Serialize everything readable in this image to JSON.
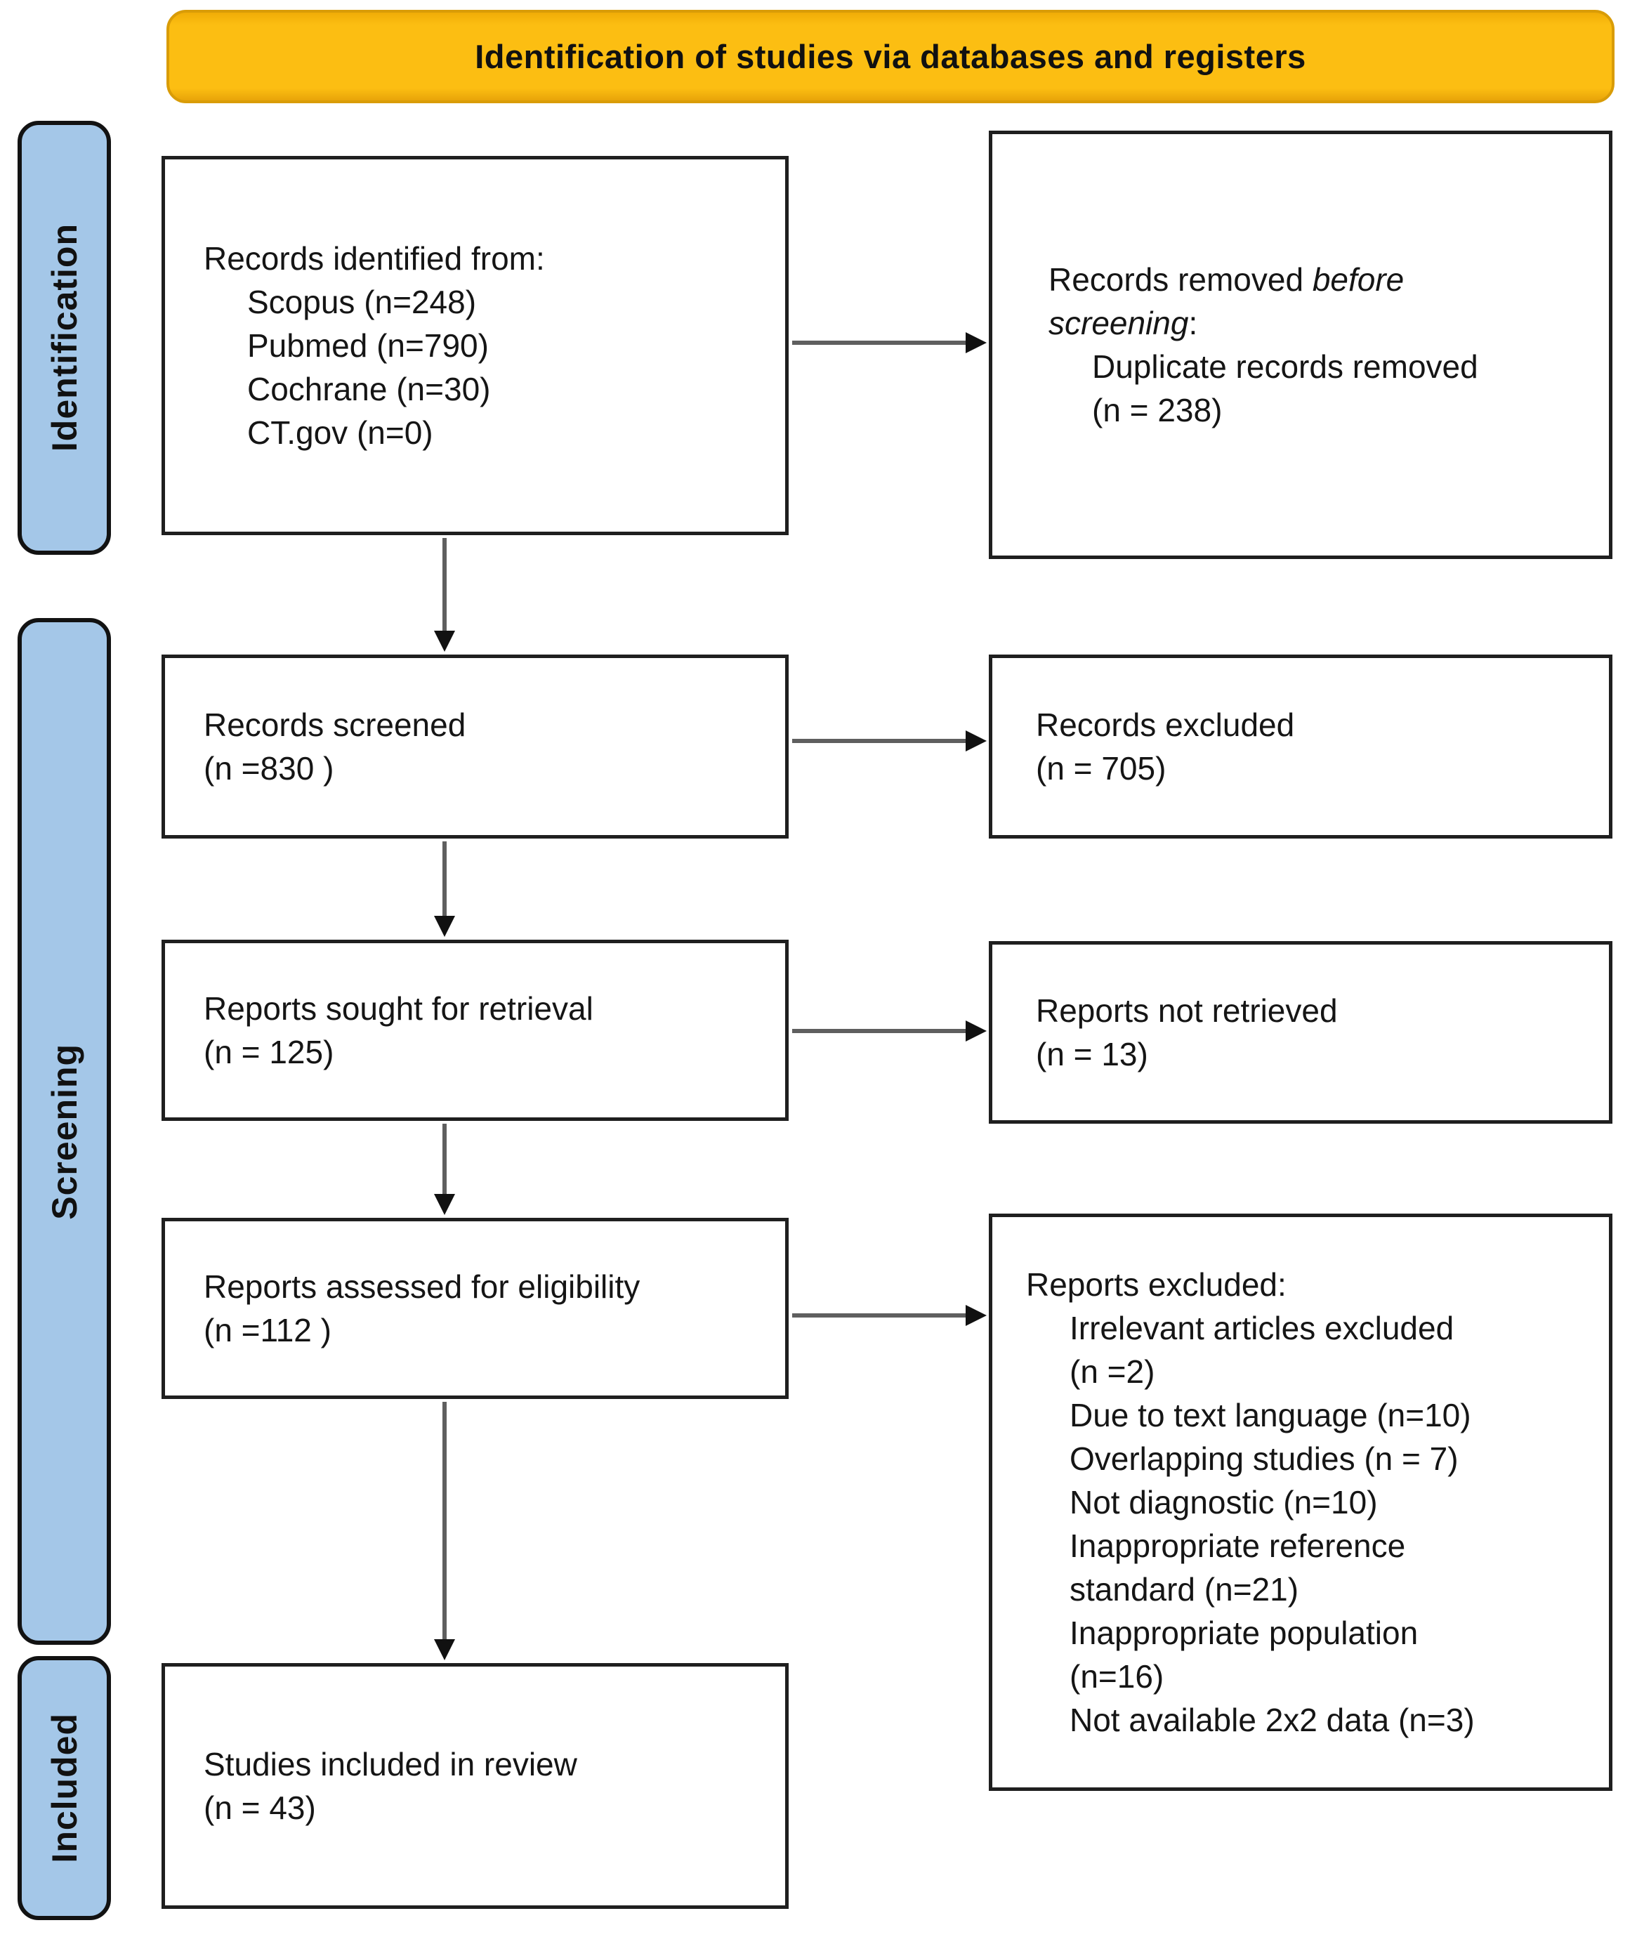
{
  "banner": {
    "label": "Identification of studies via databases and registers",
    "bg_color": "#FCBE12",
    "border_color": "#D99C07"
  },
  "stages": {
    "identification": "Identification",
    "screening": "Screening",
    "included": "Included",
    "bg_color": "#A4C7E8"
  },
  "boxes": {
    "records_identified": {
      "lines": [
        "Records identified from:",
        "Scopus (n=248)",
        "Pubmed (n=790)",
        "Cochrane (n=30)",
        "CT.gov (n=0)"
      ]
    },
    "records_removed": {
      "title_normal": "Records removed ",
      "title_italic": "before screening",
      "title_suffix": ":",
      "lines": [
        "Duplicate records removed",
        "(n = 238)"
      ]
    },
    "records_screened": {
      "lines": [
        "Records screened",
        "(n =830 )"
      ]
    },
    "records_excluded": {
      "lines": [
        "Records excluded",
        "(n = 705)"
      ]
    },
    "reports_sought": {
      "lines": [
        "Reports sought for retrieval",
        "(n = 125)"
      ]
    },
    "reports_not_retrieved": {
      "lines": [
        "Reports not retrieved",
        "(n = 13)"
      ]
    },
    "reports_assessed": {
      "lines": [
        "Reports assessed for eligibility",
        "(n =112 )"
      ]
    },
    "reports_excluded": {
      "title": "Reports excluded:",
      "lines": [
        "Irrelevant articles excluded",
        "(n =2)",
        "Due to text language (n=10)",
        "Overlapping studies (n = 7)",
        "Not diagnostic (n=10)",
        "Inappropriate reference",
        "standard (n=21)",
        "Inappropriate population",
        "(n=16)",
        "Not available 2x2 data (n=3)"
      ]
    },
    "studies_included": {
      "lines": [
        "Studies included in review",
        "(n = 43)"
      ]
    }
  },
  "arrow_color": "#5F5F5F"
}
